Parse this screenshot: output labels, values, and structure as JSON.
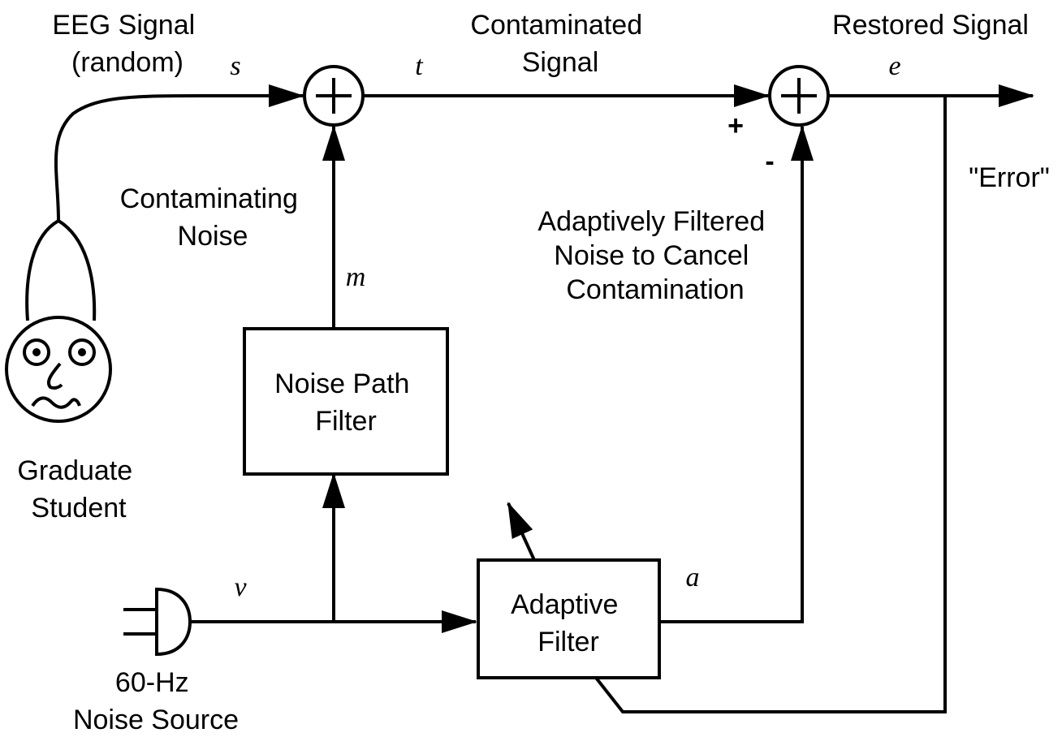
{
  "labels": {
    "eeg_signal": [
      "EEG Signal",
      "(random)"
    ],
    "contaminated_signal": [
      "Contaminated",
      "Signal"
    ],
    "restored_signal": [
      "Restored Signal"
    ],
    "error": [
      "\"Error\""
    ],
    "contaminating_noise": [
      "Contaminating",
      "Noise"
    ],
    "adaptively_filtered_noise": [
      "Adaptively Filtered",
      "Noise to Cancel",
      "Contamination"
    ],
    "graduate_student": [
      "Graduate",
      "Student"
    ],
    "noise_source": [
      "60-Hz",
      "Noise Source"
    ],
    "noise_path_filter": [
      "Noise Path",
      "Filter"
    ],
    "adaptive_filter": [
      "Adaptive",
      "Filter"
    ],
    "plus_sign": "+",
    "minus_sign": "-"
  },
  "variables": {
    "s": "s",
    "t": "t",
    "e": "e",
    "m": "m",
    "v": "v",
    "a": "a"
  },
  "summers": {
    "symbol": "+"
  }
}
